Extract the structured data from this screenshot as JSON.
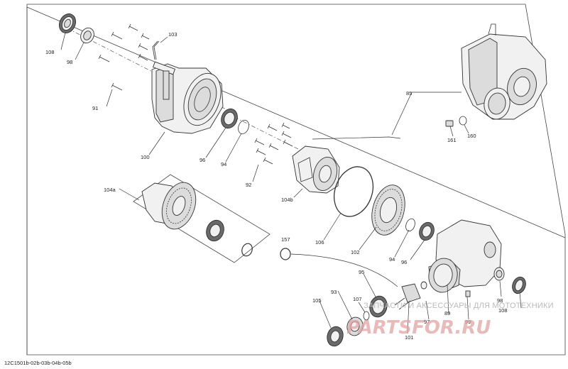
{
  "diagram": {
    "drawing_code": "12C1501b-02b-03b-04b-05b",
    "watermark": {
      "tagline": "ЗАПЧАСТИ И АКСЕССУАРЫ ДЛЯ МОТОТЕХНИКИ",
      "site": "PARTSFOR.RU"
    },
    "callouts": {
      "c108_top": "108",
      "c98_top": "98",
      "c103": "103",
      "c91": "91",
      "c100": "100",
      "c96_top": "96",
      "c94_top": "94",
      "c92": "92",
      "c104a": "104a",
      "c104b": "104b",
      "c106": "106",
      "c102": "102",
      "c94_mid": "94",
      "c96_mid": "96",
      "c157": "157",
      "c95": "95",
      "c93": "93",
      "c107": "107",
      "c105": "105",
      "c101": "101",
      "c97": "97",
      "c99": "99",
      "c89": "89",
      "c98_bot": "98",
      "c108_bot": "108",
      "c85": "85",
      "c161": "161",
      "c160": "160"
    }
  }
}
